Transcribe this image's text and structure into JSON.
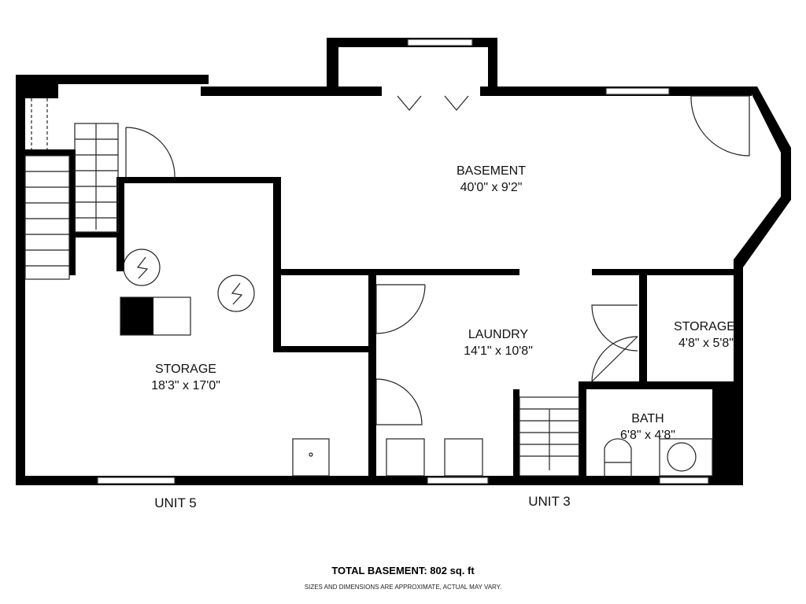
{
  "rooms": {
    "basement": {
      "name": "BASEMENT",
      "dims": "40'0\" x 9'2\""
    },
    "storage_main": {
      "name": "STORAGE",
      "dims": "18'3\" x 17'0\""
    },
    "laundry": {
      "name": "LAUNDRY",
      "dims": "14'1\" x 10'8\""
    },
    "storage_small": {
      "name": "STORAGE",
      "dims": "4'8\" x 5'8\""
    },
    "bath": {
      "name": "BATH",
      "dims": "6'8\" x 4'8\""
    }
  },
  "units": {
    "left": "UNIT 5",
    "right": "UNIT 3"
  },
  "footer": {
    "total": "TOTAL BASEMENT: 802 sq. ft",
    "note": "SIZES AND DIMENSIONS ARE APPROXIMATE, ACTUAL MAY VARY."
  },
  "colors": {
    "wall": "#000000",
    "background": "#ffffff"
  }
}
